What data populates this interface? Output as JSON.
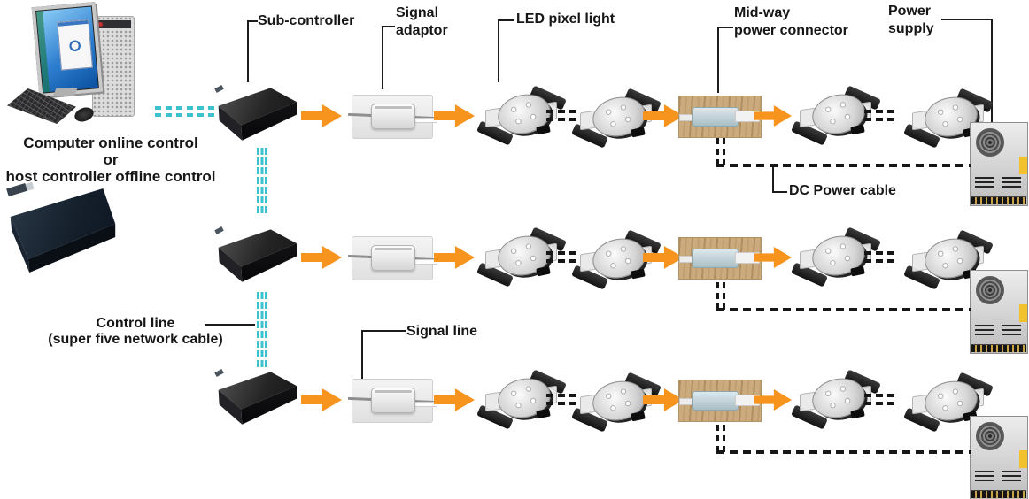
{
  "labels": {
    "sub_controller": "Sub-controller",
    "signal_adaptor_line1": "Signal",
    "signal_adaptor_line2": "adaptor",
    "led_pixel_light": "LED  pixel light",
    "midway_line1": "Mid-way",
    "midway_line2": "power connector",
    "power_supply_line1": "Power",
    "power_supply_line2": "supply",
    "computer_caption_line1": "Computer online control",
    "computer_caption_line2": "or",
    "computer_caption_line3": "host controller offline control",
    "dc_power_cable": "DC Power cable",
    "control_line_line1": "Control line",
    "control_line_line2": "(super five network cable)",
    "signal_line": "Signal line"
  },
  "colors": {
    "arrow_orange": "#F7941D",
    "control_line_cyan": "#3EC1CF",
    "dc_cable_black": "#161616",
    "wood_tan": "#CBAB7E",
    "midway_box_blue": "#BDD2D8",
    "psu_label_yellow": "#F2C22E",
    "label_text": "#161616"
  }
}
